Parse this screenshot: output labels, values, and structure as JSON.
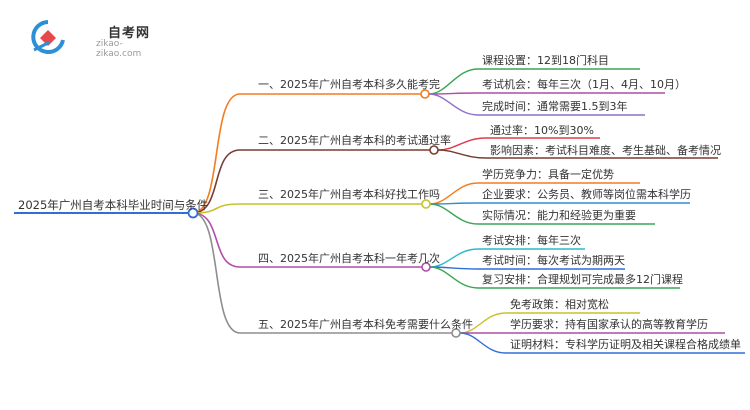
{
  "logo": {
    "name": "自考网",
    "url": "zikao-zikao.com"
  },
  "root": {
    "label": "2025年广州自考本科毕业时间与条件"
  },
  "branches": [
    {
      "label": "一、2025年广州自考本科多久能考完",
      "color": "#f47c20",
      "children": [
        {
          "label": "课程设置：12到18门科目",
          "color": "#3aa655"
        },
        {
          "label": "考试机会：每年三次（1月、4月、10月）",
          "color": "#b14ca9"
        },
        {
          "label": "完成时间：通常需要1.5到3年",
          "color": "#8e6fc9"
        }
      ]
    },
    {
      "label": "二、2025年广州自考本科的考试通过率",
      "color": "#7a3c33",
      "children": [
        {
          "label": "通过率：10%到30%",
          "color": "#e03a4b"
        },
        {
          "label": "影响因素：考试科目难度、考生基础、备考情况",
          "color": "#7a3c33"
        }
      ]
    },
    {
      "label": "三、2025年广州自考本科好找工作吗",
      "color": "#c8c22a",
      "children": [
        {
          "label": "学历竞争力：具备一定优势",
          "color": "#f47c20"
        },
        {
          "label": "企业要求：公务员、教师等岗位需本科学历",
          "color": "#2f8fd6"
        },
        {
          "label": "实际情况：能力和经验更为重要",
          "color": "#3aa655"
        }
      ]
    },
    {
      "label": "四、2025年广州自考本科一年考几次",
      "color": "#b14ca9",
      "children": [
        {
          "label": "考试安排：每年三次",
          "color": "#2fb8c9"
        },
        {
          "label": "考试时间：每次考试为期两天",
          "color": "#2f6fd6"
        },
        {
          "label": "复习安排：合理规划可完成最多12门课程",
          "color": "#3aa655"
        }
      ]
    },
    {
      "label": "五、2025年广州自考本科免考需要什么条件",
      "color": "#8e8e8e",
      "children": [
        {
          "label": "免考政策：相对宽松",
          "color": "#c8c22a"
        },
        {
          "label": "学历要求：持有国家承认的高等教育学历",
          "color": "#b14ca9"
        },
        {
          "label": "证明材料：专科学历证明及相关课程合格成绩单",
          "color": "#2f6fd6"
        }
      ]
    }
  ],
  "colors": {
    "root_line": "#2f6fd6",
    "text": "#333333",
    "logo_red": "#e8474c",
    "logo_blue": "#2d8fd6"
  }
}
